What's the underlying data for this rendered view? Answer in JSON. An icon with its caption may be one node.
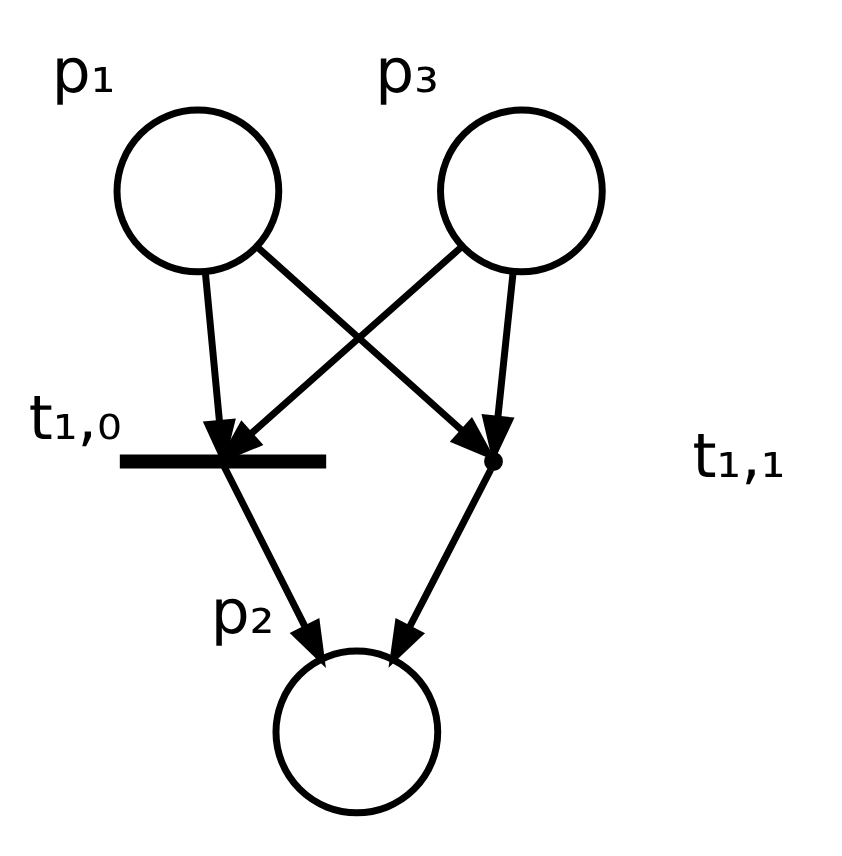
{
  "diagram": {
    "nodes": [
      {
        "text": [],
        "shape": "circle",
        "beside": [
          "p₁"
        ]
      },
      {
        "text": [],
        "shape": "bar",
        "beside": [
          "t₁,₀"
        ]
      },
      {
        "text": [],
        "shape": "point",
        "beside": [
          "t₁,₁"
        ]
      },
      {
        "text": [],
        "shape": "circle",
        "beside": [
          "p₃"
        ]
      },
      {
        "text": [],
        "shape": "circle",
        "beside": [
          "p₂"
        ]
      }
    ],
    "edges": [
      {
        "from": 0,
        "to": 1,
        "arrow": "to"
      },
      {
        "from": 3,
        "to": 1,
        "arrow": "to"
      },
      {
        "from": 0,
        "to": 2,
        "arrow": "to"
      },
      {
        "from": 3,
        "to": 2,
        "arrow": "to"
      },
      {
        "from": 1,
        "to": 4,
        "arrow": "to"
      },
      {
        "from": 2,
        "to": 4,
        "arrow": "to"
      }
    ]
  }
}
